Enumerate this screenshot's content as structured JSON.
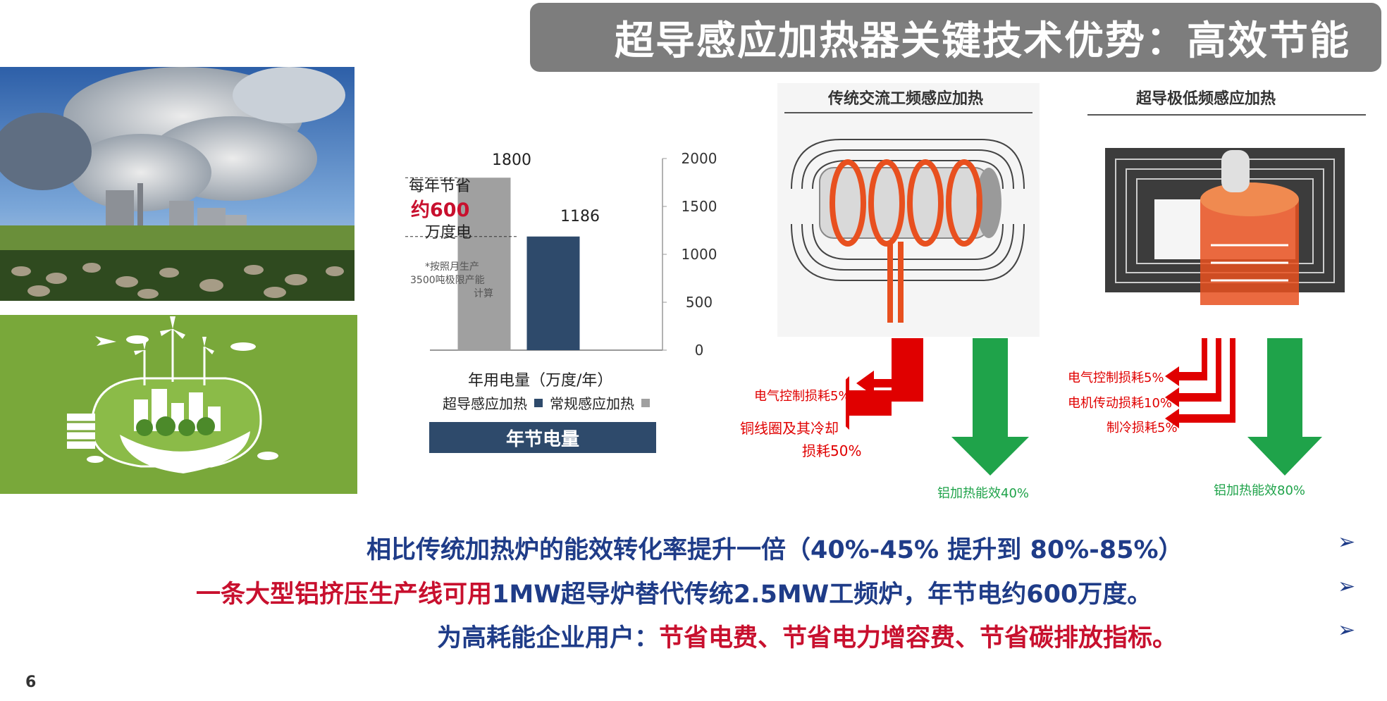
{
  "title": "超导感应加热器关键技术优势：高效节能",
  "chart_data": {
    "type": "bar",
    "categories": [
      "超导感应加热",
      "常规感应加热"
    ],
    "values": [
      1186,
      1800
    ],
    "colors": [
      "#2e4a6b",
      "#a0a0a0"
    ],
    "ylim": [
      0,
      2000
    ],
    "yticks": [
      "0",
      "500",
      "1000",
      "1500",
      "2000"
    ],
    "value_labels": [
      "1186",
      "1800"
    ],
    "xlabel": "年用电量（万度/年）",
    "legend": [
      "超导感应加热",
      "常规感应加热"
    ],
    "legend_position": "bottom",
    "annotation": {
      "line1": "每年节省",
      "line2": "约600",
      "line3": "万度电",
      "note1": "*按照月生产",
      "note2": "3500吨极限产能",
      "note3": "计算"
    },
    "banner": "年节电量"
  },
  "panels": {
    "traditional": {
      "title": "传统交流工频感应加热",
      "losses": [
        "电气控制损耗5%",
        "铜线圈及其冷却",
        "损耗50%"
      ],
      "efficiency": "铝加热能效40%"
    },
    "superconducting": {
      "title": "超导极低频感应加热",
      "losses": [
        "电气控制损耗5%",
        "电机传动损耗10%",
        "制冷损耗5%"
      ],
      "efficiency": "铝加热能效80%"
    }
  },
  "bullets": [
    {
      "black": "相比传统加热炉的",
      "blue": "能效转化率提升一倍（40%-45% 提升到 80%-85%）",
      "color_main": "#1f3c88"
    },
    {
      "pre": "一条大型铝挤压生产线可用",
      "highlight": "1MW超导炉替代传统2.5MW工频炉，年节电约600万度。"
    },
    {
      "pre": "为高耗能企业用户：",
      "highlight": "节省电费、节省电力增容费、节省碳排放指标。"
    }
  ],
  "page_number": "6",
  "colors": {
    "title_bg": "#7d7d7d",
    "navy": "#1f3c88",
    "red": "#c8102e",
    "green": "#1fa34a",
    "bar_dark": "#2e4a6b",
    "bar_gray": "#a0a0a0"
  }
}
